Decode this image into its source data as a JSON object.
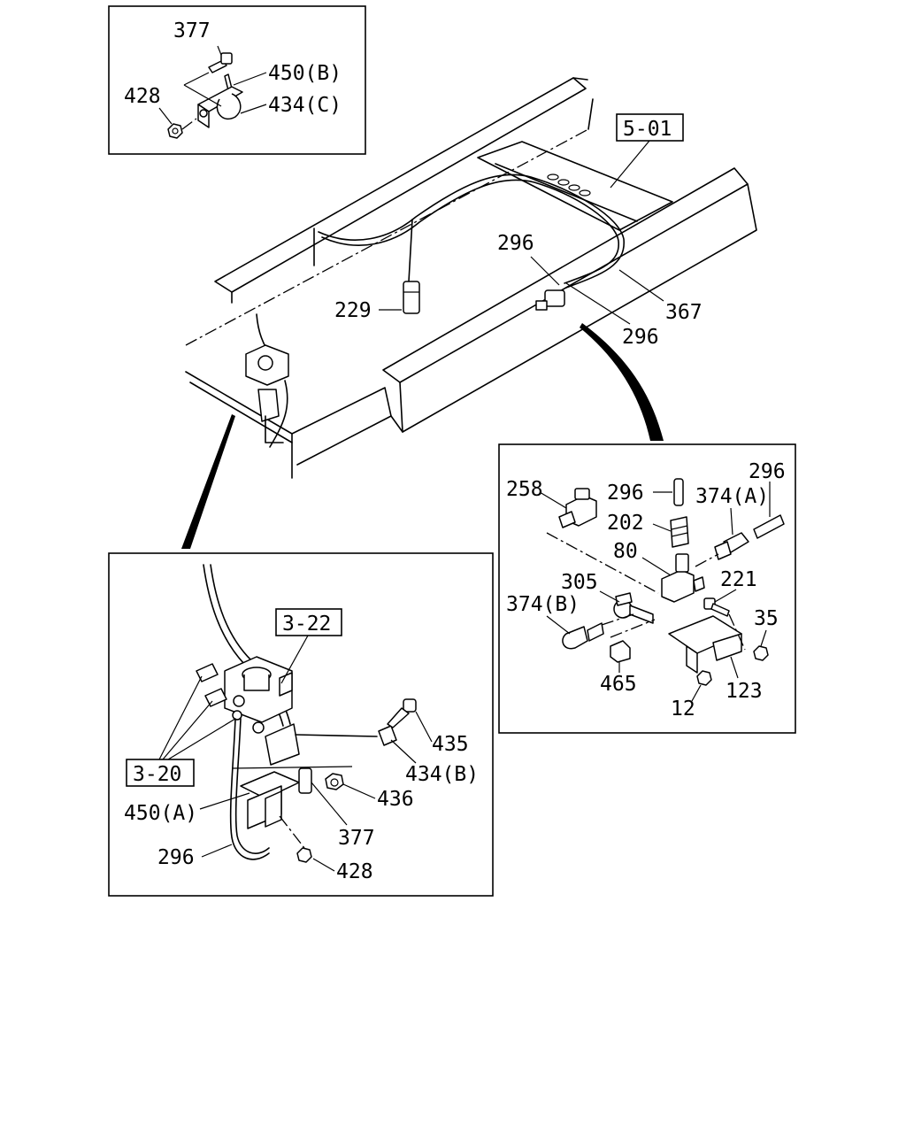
{
  "references": {
    "r501": "5-01",
    "r322": "3-22",
    "r320": "3-20"
  },
  "inset_top_left": {
    "l377": "377",
    "l450b": "450(B)",
    "l428": "428",
    "l434c": "434(C)"
  },
  "overview": {
    "l296a": "296",
    "l229": "229",
    "l367": "367",
    "l296b": "296"
  },
  "inset_right": {
    "l258": "258",
    "l296a": "296",
    "l296b": "296",
    "l374a": "374(A)",
    "l202": "202",
    "l80": "80",
    "l305": "305",
    "l221": "221",
    "l374b": "374(B)",
    "l35": "35",
    "l465": "465",
    "l12": "12",
    "l123": "123"
  },
  "inset_bottom_left": {
    "l435": "435",
    "l434b": "434(B)",
    "l450a": "450(A)",
    "l436": "436",
    "l377": "377",
    "l296": "296",
    "l428": "428"
  }
}
